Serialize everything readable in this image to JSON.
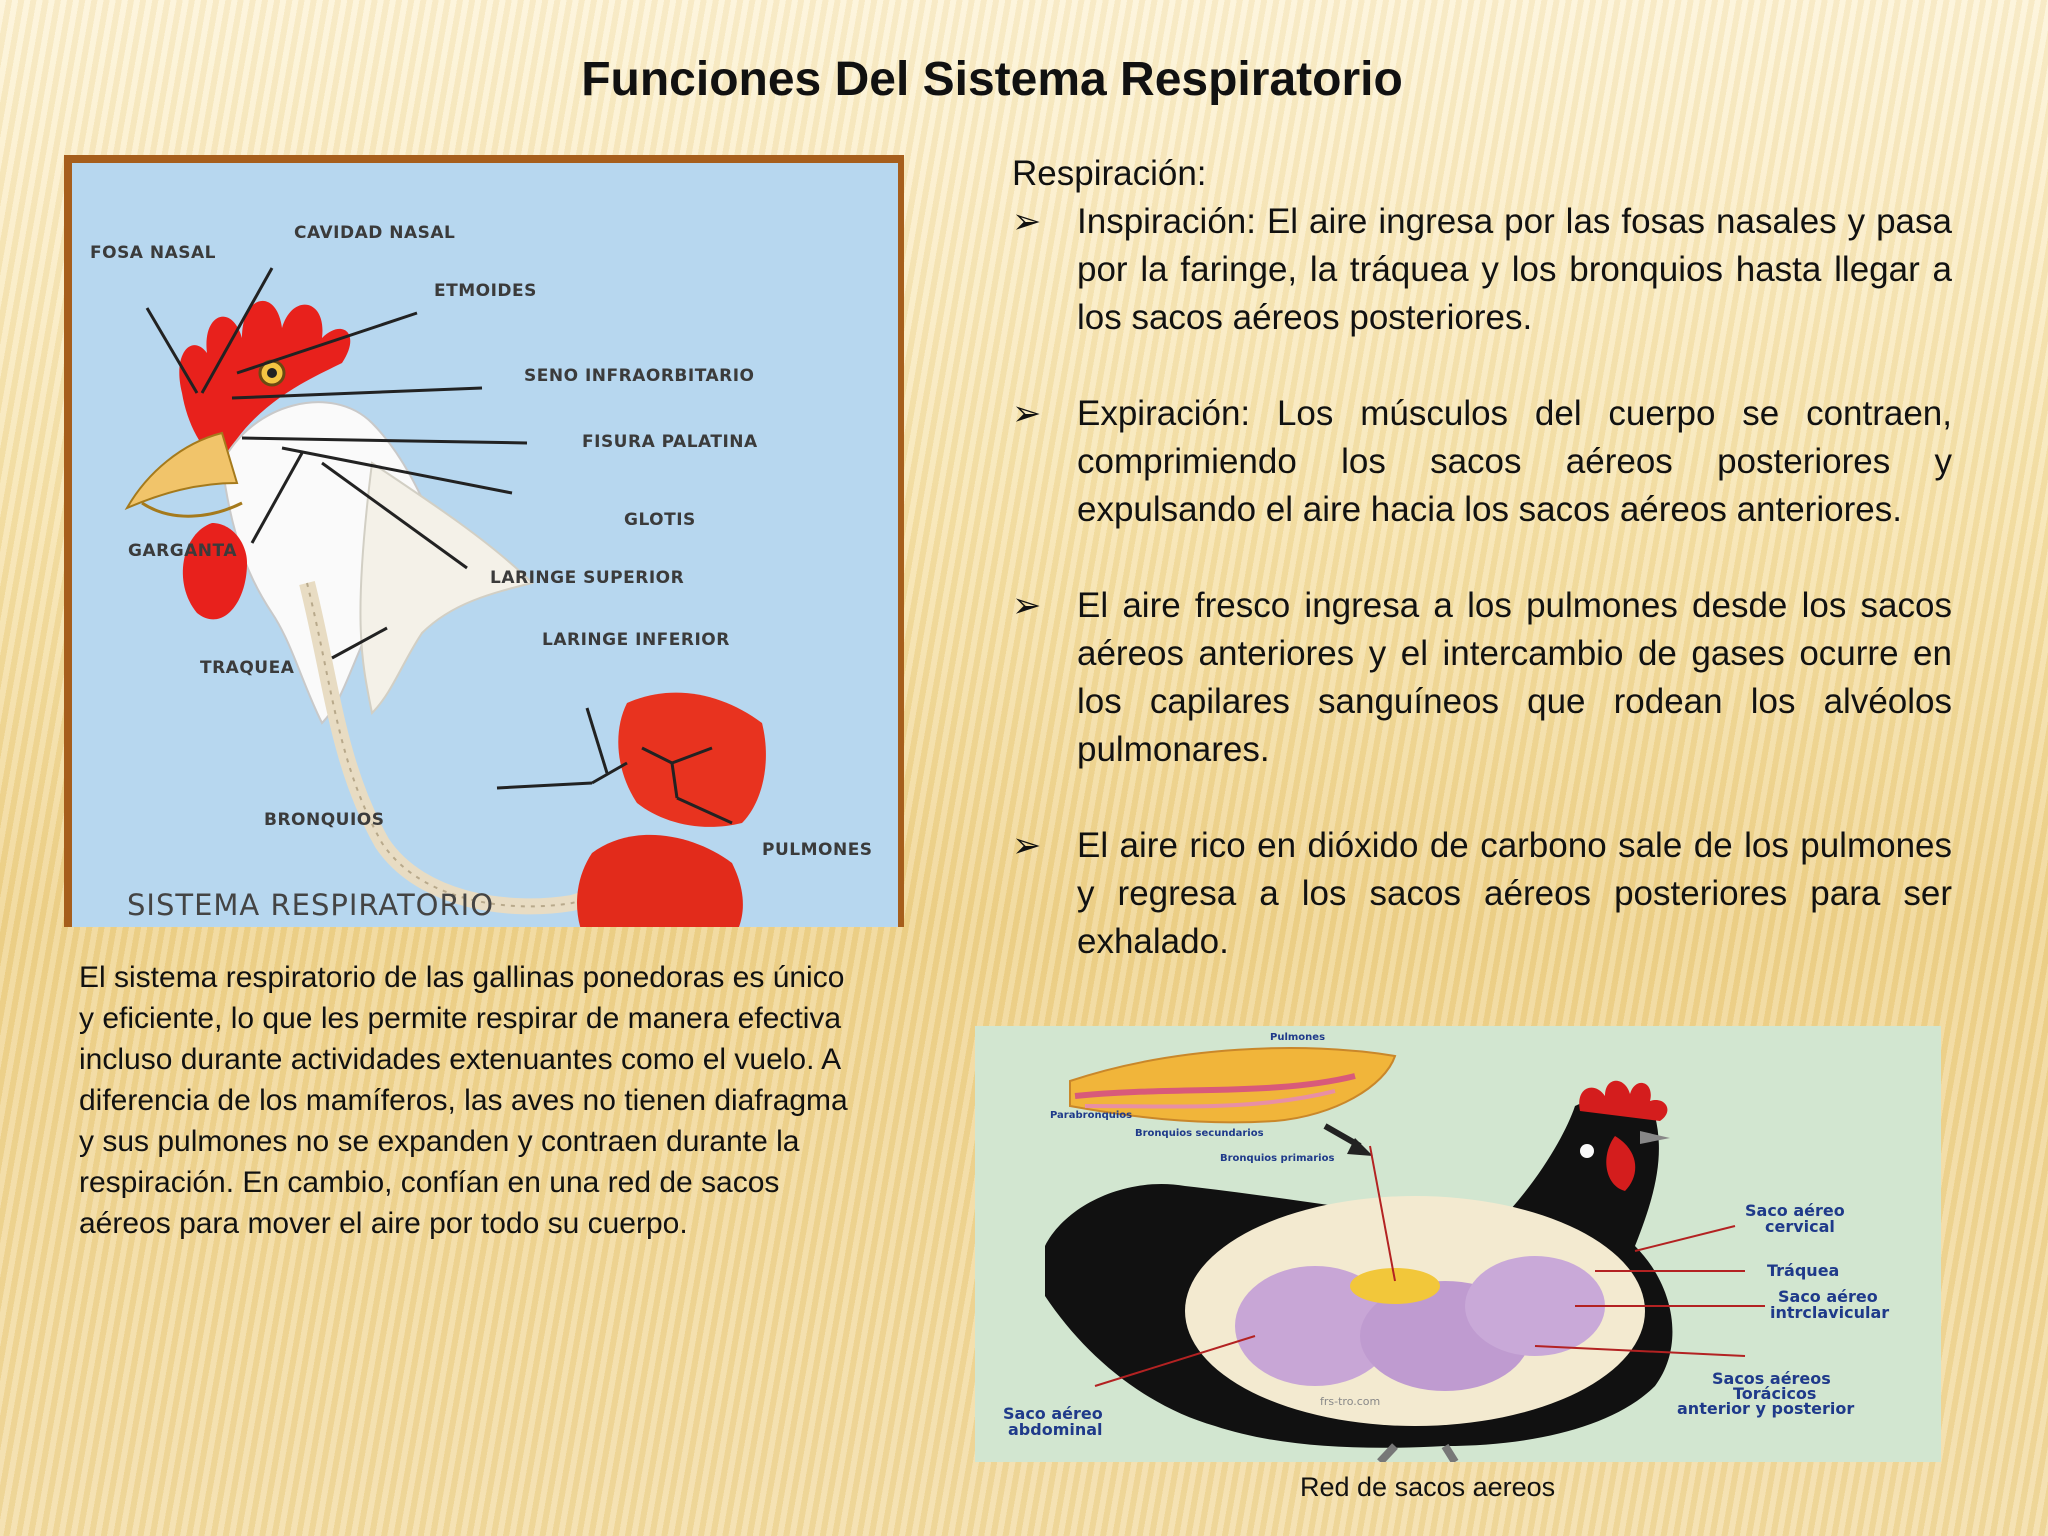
{
  "title": "Funciones Del Sistema Respiratorio",
  "diagram1": {
    "labels": {
      "fosa_nasal": "FOSA NASAL",
      "cavidad_nasal": "CAVIDAD NASAL",
      "etmoides": "ETMOIDES",
      "seno": "SENO INFRAORBITARIO",
      "fisura": "FISURA PALATINA",
      "glotis": "GLOTIS",
      "garganta": "GARGANTA",
      "laringe_sup": "LARINGE SUPERIOR",
      "laringe_inf": "LARINGE INFERIOR",
      "traquea": "TRAQUEA",
      "bronquios": "BRONQUIOS",
      "pulmones": "PULMONES",
      "sistema": "SISTEMA RESPIRATORIO"
    }
  },
  "description": "El sistema respiratorio de las gallinas ponedoras es único y eficiente, lo que les permite respirar de manera efectiva incluso durante actividades extenuantes como el vuelo. A diferencia de los mamíferos, las aves no tienen diafragma y sus pulmones no se expanden y contraen durante la respiración. En cambio, confían en una red de sacos aéreos para mover el aire por todo su cuerpo.",
  "respiracion": {
    "heading": "Respiración:",
    "bullet_symbol": "➢",
    "items": [
      "Inspiración: El aire ingresa por las fosas nasales y pasa por la faringe, la tráquea y los bronquios hasta llegar a los sacos aéreos posteriores.",
      "Expiración: Los músculos del cuerpo se contraen, comprimiendo los sacos aéreos posteriores y expulsando el aire hacia los sacos aéreos anteriores.",
      "El aire fresco ingresa a los pulmones desde los sacos aéreos anteriores y el intercambio de gases ocurre en los capilares sanguíneos que rodean los alvéolos pulmonares.",
      "El aire rico en dióxido de carbono sale de los pulmones y regresa a los sacos aéreos posteriores para ser exhalado."
    ]
  },
  "diagram2": {
    "labels": {
      "pulmones": "Pulmones",
      "parabronquios": "Parabronquios",
      "bronquios_sec": "Bronquios secundarios",
      "bronquios_pri": "Bronquios primarios",
      "saco_cervical_1": "Saco aéreo",
      "saco_cervical_2": "cervical",
      "traquea": "Tráquea",
      "saco_interclav_1": "Saco aéreo",
      "saco_interclav_2": "intrclavicular",
      "sacos_tor_1": "Sacos aéreos",
      "sacos_tor_2": "Torácicos",
      "sacos_tor_3": "anterior y posterior",
      "saco_abd_1": "Saco aéreo",
      "saco_abd_2": "abdominal",
      "watermark": "frs-tro.com"
    }
  },
  "caption": "Red de sacos aereos"
}
